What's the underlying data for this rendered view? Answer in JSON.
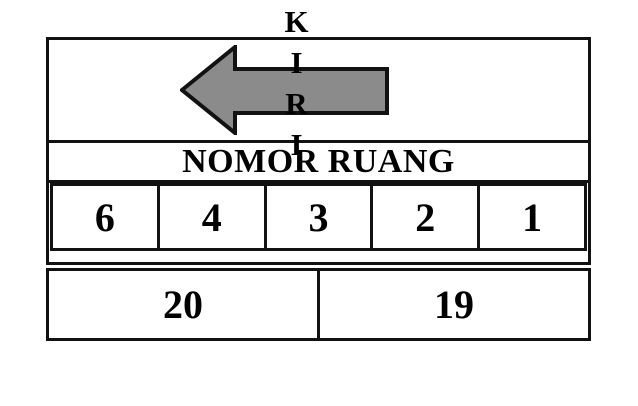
{
  "colors": {
    "arrow_fill": "#8b8b8b",
    "line": "#121212",
    "background": "#ffffff"
  },
  "direction_label": {
    "text": "KIRI",
    "letters": [
      "K",
      "I",
      "R",
      "I"
    ]
  },
  "arrow": {
    "icon": "left-arrow-icon",
    "direction": "left"
  },
  "room_header": {
    "label": "NOMOR RUANG"
  },
  "room_row": {
    "cells": [
      "6",
      "4",
      "3",
      "2",
      "1"
    ]
  },
  "bottom_row": {
    "cells": [
      "20",
      "19"
    ]
  }
}
